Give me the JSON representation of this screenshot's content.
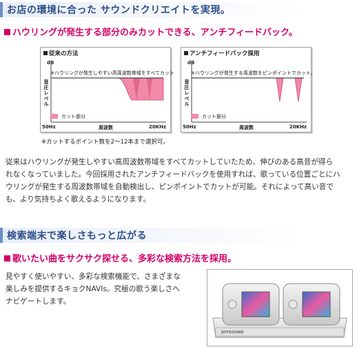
{
  "section1": {
    "title": "お店の環境に合った サウンドクリエイトを実現。",
    "subtitle": "ハウリングが発生する部分のみカットできる、アンチフィードバック。"
  },
  "chart_left": {
    "title": "従来の方法",
    "unit": "dB",
    "note": "※ハウリングが発生しやすい高周波数帯域をすべてカット",
    "ylabel": "音圧レベル",
    "legend": "カット部分",
    "x_start": "50Hz",
    "x_mid": "周波数",
    "x_end": "20KHz"
  },
  "chart_right": {
    "title": "アンチフィードバック採用",
    "unit": "dB",
    "note": "※ハウリングが発生する周波数をピンポイントでカット。",
    "ylabel": "音圧レベル",
    "legend": "カット部分",
    "x_start": "50Hz",
    "x_mid": "周波数",
    "x_end": "20KHz"
  },
  "footnote": "※カットするポイント数を2〜12本まで選択可。",
  "paragraph1": [
    "従来はハウリングが発生しやすい高周波数帯域をすべてカットしていたため、伸びのある高音が得ら",
    "れなくなっていました。今回採用されたアンチフィードバックを使用すれば、歌っている位置ごとにハ",
    "ウリングが発生する周波数帯域を自動検出し、ピンポイントでカットが可能。それによって高い音で",
    "も、より気持ちよく歌えるようになります。"
  ],
  "section2": {
    "title": "検索端末で楽しさもっと広がる",
    "subtitle": "歌いたい曲をサクサク探せる、多彩な検索方法を採用。"
  },
  "paragraph2": [
    "見やすく使いやすい、多彩な検索機能で、さまざまな",
    "楽しみを提供するキョクNAVIs。究極の歌う楽しさへ",
    "ナビゲートします。"
  ],
  "photo": {
    "brand": "JOYSOUND"
  },
  "colors": {
    "accent_pink": "#d4006a",
    "cut_fill": "#f08aa8",
    "heading_blue": "#2e4f8a"
  }
}
